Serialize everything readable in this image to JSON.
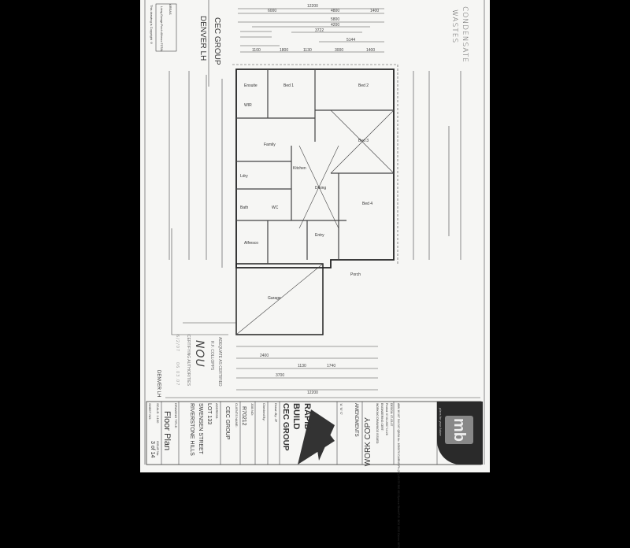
{
  "header": {
    "company": "CEC GROUP",
    "plan_name": "DENVER LH",
    "areas_title": "AREAS",
    "areas": [
      "Living",
      "Garage",
      "Porch",
      "Alfresco",
      "TOTAL"
    ],
    "copyright": "This drawing is Copyright ©"
  },
  "notes": {
    "condensate": "CONDENSATE",
    "wastes": "WASTES",
    "certifier": "ADEQUATE AS CERTIFIED",
    "certifier_name": "R.F. COLLOPPS",
    "stamp": "CERTIFYING AUTHORITIES",
    "signature": "NOU",
    "date1": "6/2/07",
    "date2": "06.03.07",
    "bottom_label": "DENVER LH"
  },
  "dimensions": {
    "top": [
      "12200",
      "6000",
      "4800",
      "1400",
      "5800",
      "4200",
      "3722",
      "5144",
      "1100",
      "1800",
      "1130",
      "3000",
      "1400"
    ],
    "bottom": [
      "12200",
      "2400",
      "1740",
      "1130",
      "3700"
    ],
    "overall": "12200"
  },
  "rooms": [
    "Bed 1",
    "Ensuite",
    "WIR",
    "Family",
    "Kitchen",
    "Dining",
    "Bed 2",
    "Bed 3",
    "Bed 4",
    "Ldry",
    "Bath",
    "WC",
    "Entry",
    "Garage",
    "Porch",
    "Alfresco"
  ],
  "title_block": {
    "drawing_title_label": "DRAWING TITLE:",
    "drawing_title": "Floor Plan",
    "scale_label": "SCALE: 1:100",
    "issue_label": "ISSUE No:",
    "sheet_label": "SHEET NO:",
    "sheet_no": "3 of 14",
    "address_label": "ADDRESS:",
    "address_lines": [
      "LOT 133",
      "SWENSEN STREET",
      "RIVERSTONE HILLS"
    ],
    "client_label": "CLIENTS NAME:",
    "client": "CEC GROUP",
    "job_label": "JOB NO:",
    "job_no": "R70212",
    "checked_label": "Checked By:",
    "drawn_label": "Drawn By: JP",
    "brand_line1": "RAPID",
    "brand_line2": "BUILD",
    "brand_line3": "CEC GROUP",
    "amendments": "AMENDMENTS",
    "amend_lines": [
      "'A'",
      "'B'",
      "'C'"
    ],
    "work_copy": "WORK COPY",
    "working_drawings": "WORKING DRAWINGS ISSUED:",
    "engineering": "ENGINEERING CERT:",
    "printed": "Printed: 07-02-2007 14:28",
    "design": "DESIGN: 07-03-07",
    "contact": [
      "P.O. BOX 1513 Cairns 4870",
      "401 Spence Street",
      "CAIRNS Ph (07) 40 479 300",
      "QBSA No. 1050070",
      "ABN 16 107 544 347"
    ],
    "logo_text": "mb",
    "tagline": "plans for your future"
  }
}
